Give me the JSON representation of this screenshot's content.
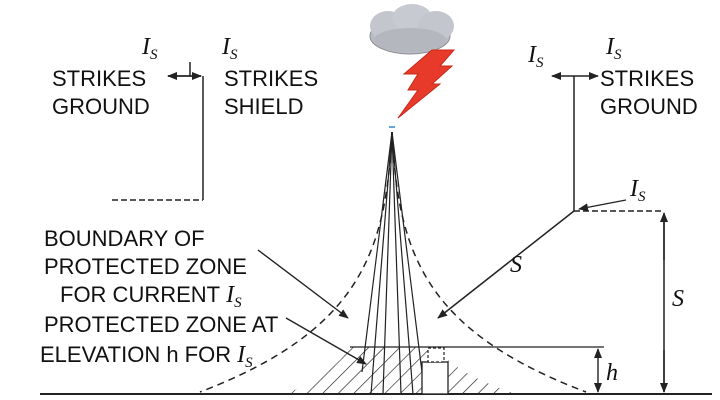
{
  "current_symbol": "I",
  "current_subscript": "S",
  "left_legend": {
    "left_label_line1": "STRIKES",
    "left_label_line2": "GROUND",
    "right_label_line1": "STRIKES",
    "right_label_line2": "SHIELD"
  },
  "right_legend": {
    "left_label_line1": "STRIKES",
    "left_label_line2": "GROUND"
  },
  "boundary_label": {
    "line1": "BOUNDARY OF",
    "line2": "PROTECTED ZONE",
    "line3": "FOR CURRENT"
  },
  "zone_label": {
    "line1": "PROTECTED ZONE AT",
    "line2": "ELEVATION h FOR"
  },
  "striking_distance_symbol": "S",
  "elevation_symbol": "h",
  "colors": {
    "cloud": "#b9bcc2",
    "bolt": "#e83a2a",
    "lines": "#222222"
  }
}
